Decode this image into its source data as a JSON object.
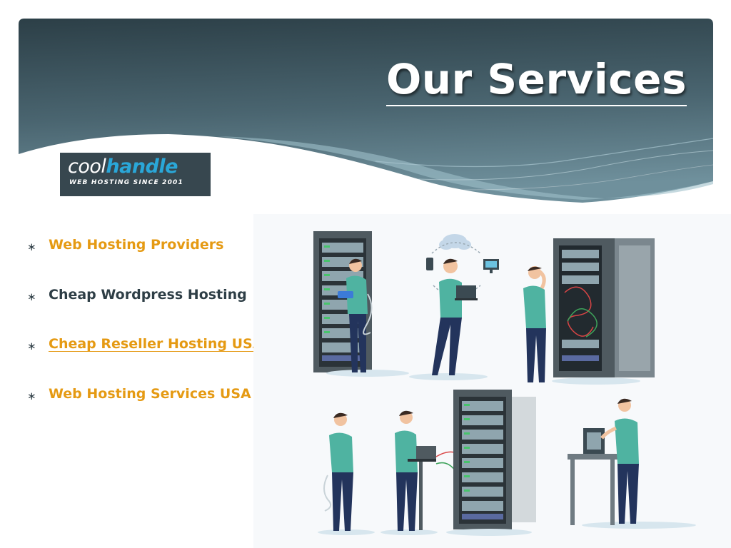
{
  "slide": {
    "title": "Our Services"
  },
  "logo": {
    "name_part1": "cool",
    "name_part2": "handle",
    "tagline": "WEB HOSTING SINCE 2001"
  },
  "services": [
    {
      "label": "Web Hosting Providers",
      "style": "link",
      "color": "#e59a13"
    },
    {
      "label": "Cheap Wordpress Hosting",
      "style": "plain",
      "color": "#2e3e46"
    },
    {
      "label": "Cheap Reseller Hosting USA",
      "style": "link-underlined",
      "color": "#e59a13"
    },
    {
      "label": "Web Hosting Services USA",
      "style": "link",
      "color": "#e59a13"
    }
  ],
  "bullet_symbol": "∗",
  "colors": {
    "banner_dark": "#2f4650",
    "banner_light": "#8fb0bd",
    "link_orange": "#e59a13",
    "text_dark": "#2e3e46",
    "logo_bg": "#37474f",
    "logo_blue": "#2aa7d8"
  },
  "illustration": {
    "subject": "server-room-technicians"
  }
}
